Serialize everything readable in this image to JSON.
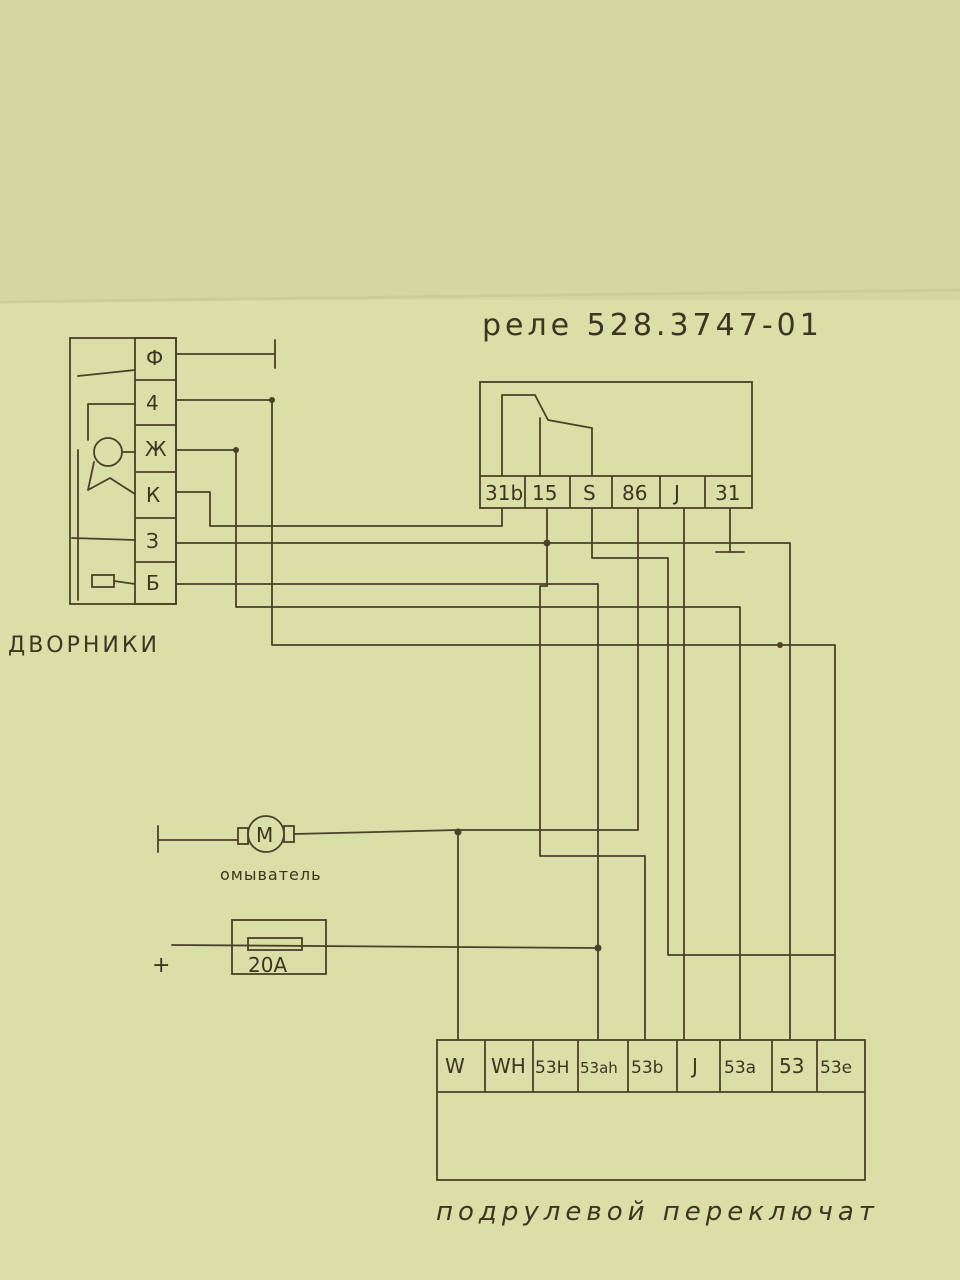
{
  "relay": {
    "title": "реле 528.3747-01",
    "pins": [
      "31b",
      "15",
      "S",
      "86",
      "J",
      "31"
    ]
  },
  "wiper_connector": {
    "caption": "ДВОРНИКИ",
    "pins": [
      "Ф",
      "4",
      "Ж",
      "К",
      "З",
      "Б"
    ]
  },
  "washer": {
    "motor_symbol": "M",
    "caption": "омыватель"
  },
  "fuse": {
    "rating": "20A",
    "plus_sign": "+"
  },
  "stalk_switch": {
    "caption": "подрулевой переключат",
    "pins": [
      "W",
      "WH",
      "53H",
      "53ah",
      "53b",
      "J",
      "53a",
      "53",
      "53e"
    ]
  }
}
